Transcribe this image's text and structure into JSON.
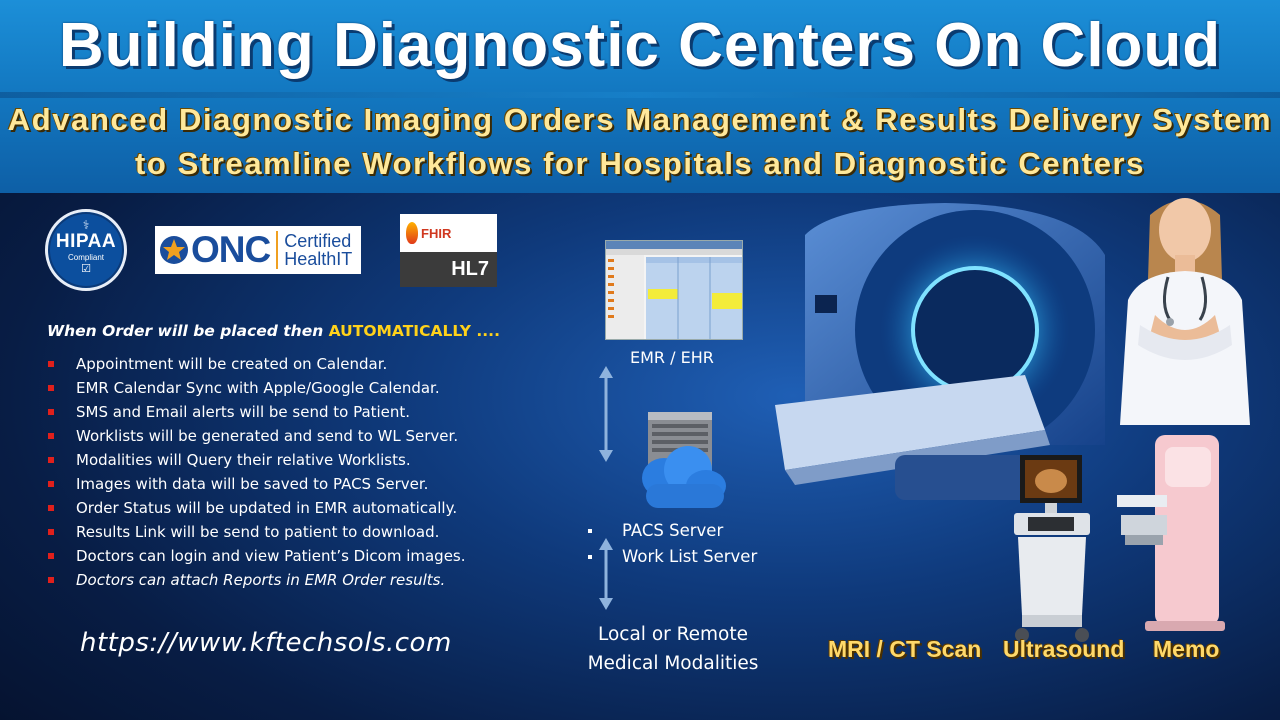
{
  "header": {
    "title": "Building Diagnostic Centers On Cloud",
    "subtitle_line1": "Advanced Diagnostic Imaging Orders Management & Results Delivery System",
    "subtitle_line2": "to Streamline Workflows for Hospitals and Diagnostic Centers"
  },
  "logos": {
    "hipaa_title": "HIPAA",
    "hipaa_sub": "Compliant",
    "onc_word": "ONC",
    "onc_cert1": "Certified",
    "onc_cert2": "HealthIT",
    "fhir_word": "FHIR",
    "hl7_word": "HL7"
  },
  "intro": {
    "lead": "When Order will be placed then ",
    "highlight": "AUTOMATICALLY ...."
  },
  "bullets": [
    "Appointment will be created on Calendar.",
    "EMR Calendar Sync with Apple/Google Calendar.",
    "SMS and Email alerts will be send to Patient.",
    "Worklists will be generated and send to WL Server.",
    "Modalities will Query their relative Worklists.",
    "Images with data will be saved to PACS Server.",
    "Order Status will be updated in EMR automatically.",
    "Results Link will be send to patient to download.",
    "Doctors can login and view Patient’s Dicom images.",
    "Doctors can attach Reports in EMR Order results."
  ],
  "url": "https://www.kftechsols.com",
  "diagram": {
    "emr_label": "EMR / EHR",
    "servers": [
      "PACS Server",
      "Work List Server"
    ],
    "modalities_line1": "Local or Remote",
    "modalities_line2": "Medical Modalities"
  },
  "equipment": [
    "MRI / CT Scan",
    "Ultrasound",
    "Memo"
  ],
  "colors": {
    "header_blue": "#1379c2",
    "subtitle_gold": "#ffe89a",
    "highlight_yellow": "#ffd21a",
    "bullet_red": "#e0201c",
    "equipment_gold": "#ffd96a"
  }
}
